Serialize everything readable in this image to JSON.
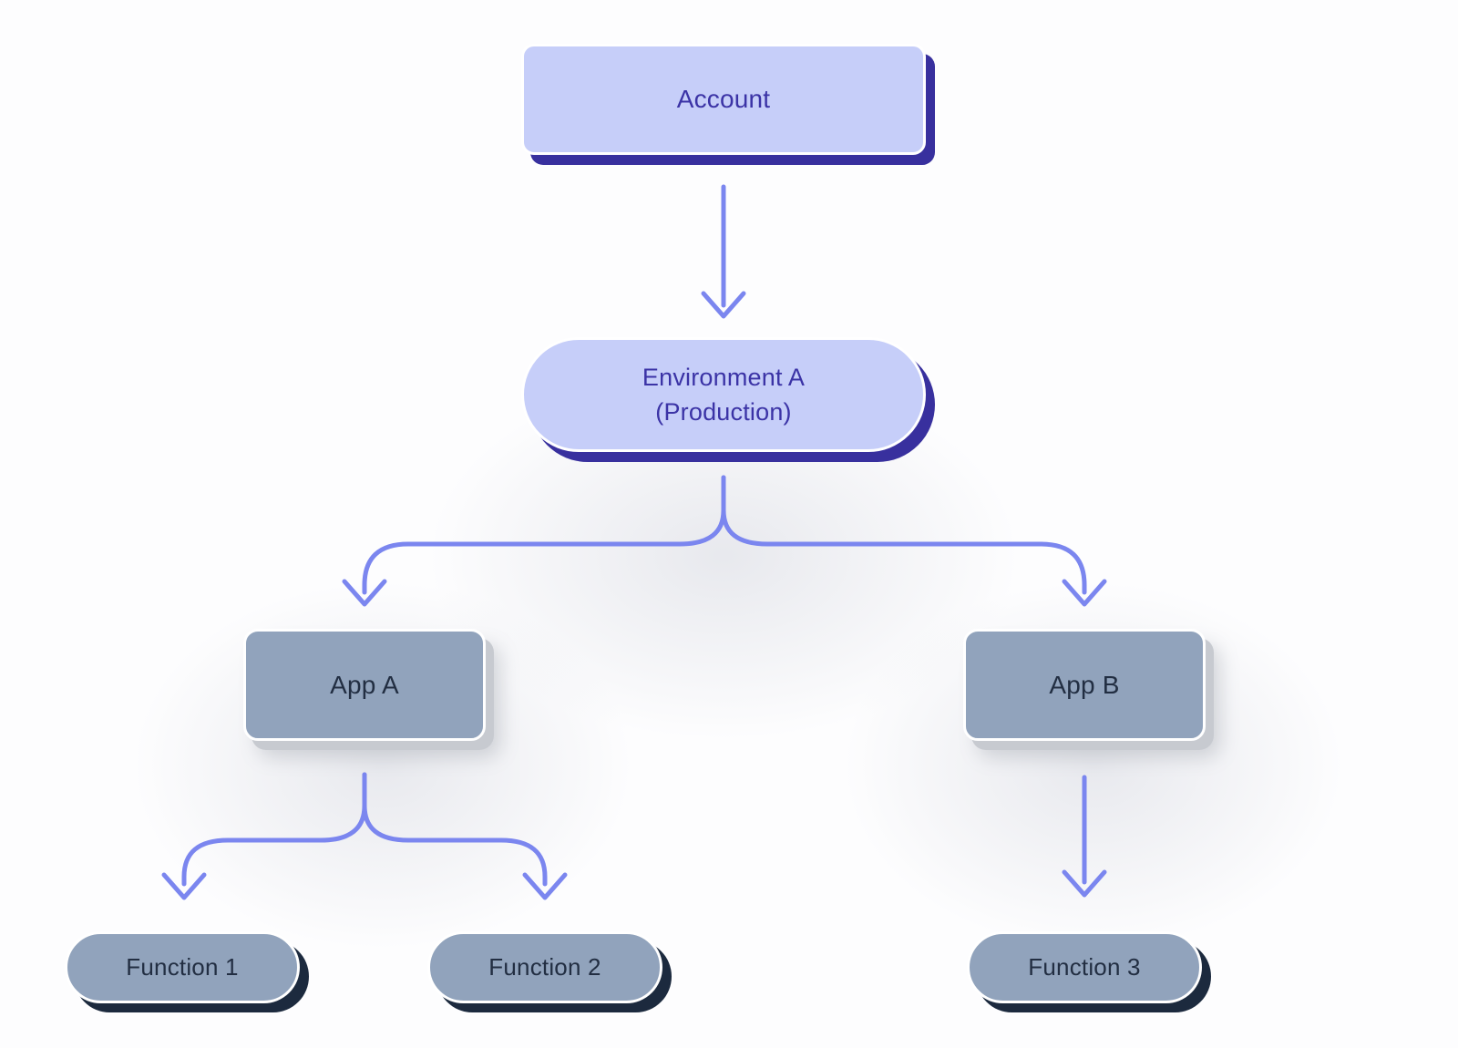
{
  "diagram": {
    "nodes": {
      "account": {
        "label": "Account",
        "shape": "rounded-rect",
        "variant": "indigo"
      },
      "environment": {
        "label_line1": "Environment A",
        "label_line2": "(Production)",
        "shape": "pill",
        "variant": "indigo"
      },
      "app_a": {
        "label": "App A",
        "shape": "rounded-rect",
        "variant": "slate"
      },
      "app_b": {
        "label": "App B",
        "shape": "rounded-rect",
        "variant": "slate"
      },
      "function_1": {
        "label": "Function 1",
        "shape": "pill",
        "variant": "slate"
      },
      "function_2": {
        "label": "Function 2",
        "shape": "pill",
        "variant": "slate"
      },
      "function_3": {
        "label": "Function 3",
        "shape": "pill",
        "variant": "slate"
      }
    },
    "edges": [
      {
        "from": "account",
        "to": "environment"
      },
      {
        "from": "environment",
        "to": "app_a"
      },
      {
        "from": "environment",
        "to": "app_b"
      },
      {
        "from": "app_a",
        "to": "function_1"
      },
      {
        "from": "app_a",
        "to": "function_2"
      },
      {
        "from": "app_b",
        "to": "function_3"
      }
    ]
  },
  "colors": {
    "background": "#fdfdfe",
    "node_indigo_fill": "#c6cef9",
    "node_indigo_text": "#3b33a6",
    "node_indigo_shadow": "#38309e",
    "node_slate_fill": "#91a3bc",
    "node_slate_text": "#222e42",
    "node_slate_shadow_dark": "#1c2a3e",
    "node_slate_shadow_soft": "#c7cad0",
    "node_border": "#ffffff",
    "arrow": "#7b86ef"
  }
}
